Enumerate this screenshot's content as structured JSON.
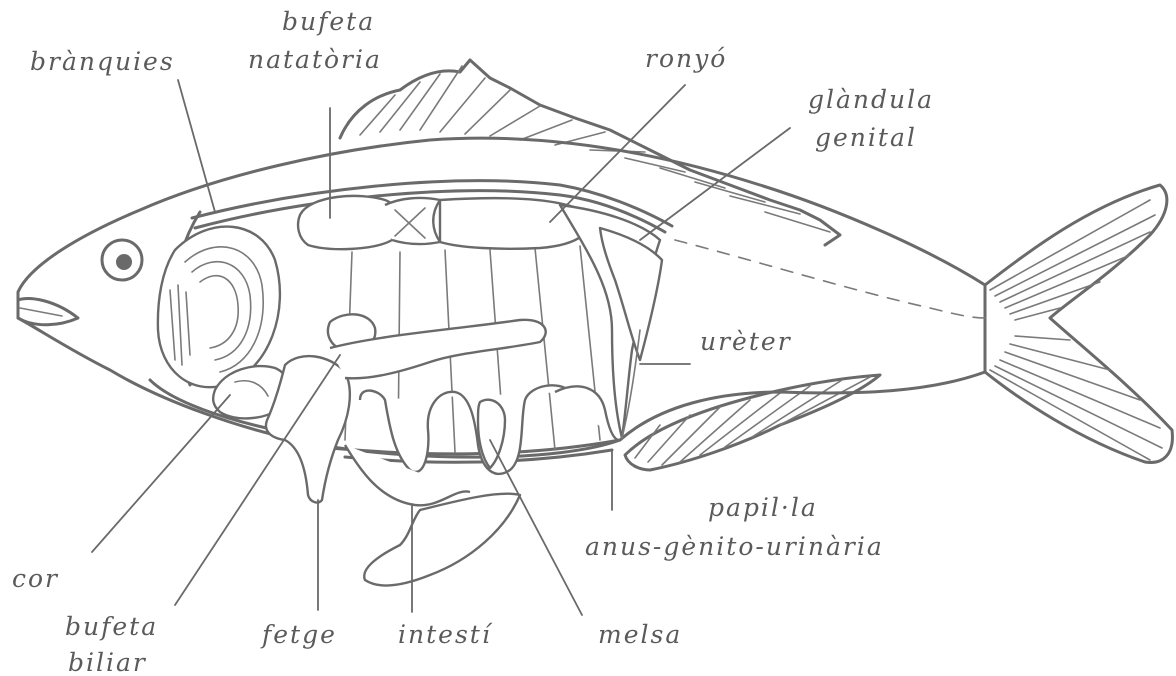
{
  "labels": {
    "branquies": "brànquies",
    "bufeta_natatoria_1": "bufeta",
    "bufeta_natatoria_2": "natatòria",
    "ronyo": "ronyó",
    "glandula_genital_1": "glàndula",
    "glandula_genital_2": "genital",
    "ureter": "urèter",
    "papilla_1": "papil·la",
    "papilla_2": "anus-gènito-urinària",
    "cor": "cor",
    "bufeta_biliar_1": "bufeta",
    "bufeta_biliar_2": "biliar",
    "fetge": "fetge",
    "intesti": "intestí",
    "melsa": "melsa"
  },
  "colors": {
    "line": "#6a6a6a",
    "text": "#5a5a5a",
    "background": "#ffffff"
  }
}
